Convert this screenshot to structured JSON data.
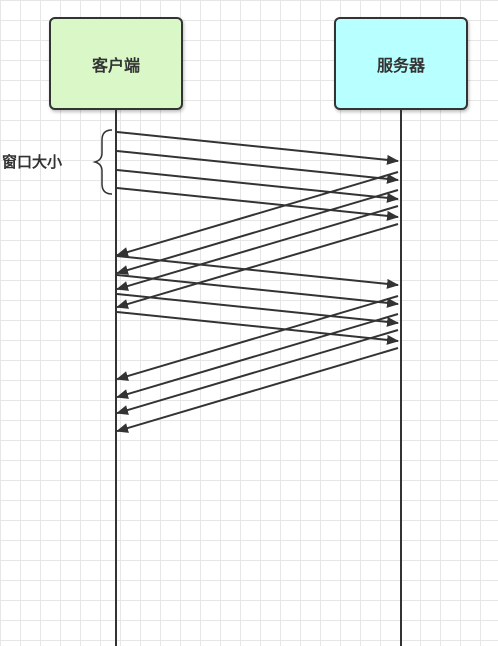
{
  "client": {
    "label": "客户端",
    "color": "#d9f7c7"
  },
  "server": {
    "label": "服务器",
    "color": "#b8ffff"
  },
  "window_label": "窗口大小",
  "messages": [
    {
      "from": "client",
      "to": "server",
      "group": 1
    },
    {
      "from": "client",
      "to": "server",
      "group": 1
    },
    {
      "from": "client",
      "to": "server",
      "group": 1
    },
    {
      "from": "client",
      "to": "server",
      "group": 1
    },
    {
      "from": "server",
      "to": "client",
      "group": 1
    },
    {
      "from": "server",
      "to": "client",
      "group": 1
    },
    {
      "from": "server",
      "to": "client",
      "group": 1
    },
    {
      "from": "server",
      "to": "client",
      "group": 1
    },
    {
      "from": "client",
      "to": "server",
      "group": 2
    },
    {
      "from": "client",
      "to": "server",
      "group": 2
    },
    {
      "from": "client",
      "to": "server",
      "group": 2
    },
    {
      "from": "client",
      "to": "server",
      "group": 2
    },
    {
      "from": "server",
      "to": "client",
      "group": 2
    },
    {
      "from": "server",
      "to": "client",
      "group": 2
    },
    {
      "from": "server",
      "to": "client",
      "group": 2
    },
    {
      "from": "server",
      "to": "client",
      "group": 2
    }
  ]
}
